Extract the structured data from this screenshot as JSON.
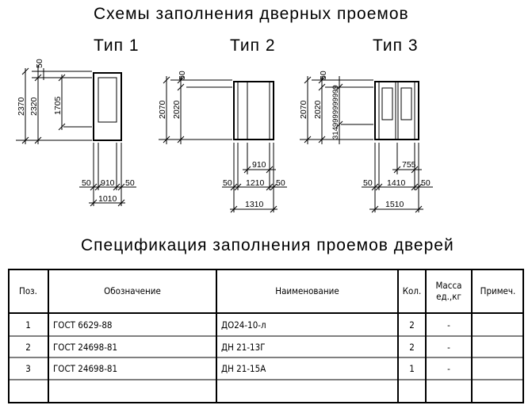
{
  "drawing": {
    "title": "Схемы заполнения дверных проемов",
    "types": [
      {
        "label": "Тип 1",
        "dims": {
          "total_h": "2370",
          "inner_h": "2320",
          "top": "50",
          "partial_h": "1705",
          "left": "50",
          "width": "910",
          "right": "50",
          "total_w": "1010"
        }
      },
      {
        "label": "Тип 2",
        "dims": {
          "total_h": "2070",
          "inner_h": "2020",
          "top": "50",
          "half_w": "910",
          "left": "50",
          "width": "1210",
          "right": "50",
          "total_w": "1310"
        }
      },
      {
        "label": "Тип 3",
        "dims": {
          "total_h": "2070",
          "inner_h": "2020",
          "top": "50",
          "partial_h": "3149999999999",
          "half_w": "755",
          "left": "50",
          "width": "1410",
          "right": "50",
          "total_w": "1510"
        }
      }
    ]
  },
  "spec": {
    "title": "Спецификация заполнения проемов дверей",
    "headers": {
      "pos": "Поз.",
      "designation": "Обозначение",
      "name": "Наименование",
      "qty": "Кол.",
      "mass_line1": "Масса",
      "mass_line2": "ед.,кг",
      "note": "Примеч."
    },
    "rows": [
      {
        "pos": "1",
        "designation": "ГОСТ 6629-88",
        "name": "ДО24-10-л",
        "qty": "2",
        "mass": "-",
        "note": ""
      },
      {
        "pos": "2",
        "designation": "ГОСТ 24698-81",
        "name": "ДН 21-13Г",
        "qty": "2",
        "mass": "-",
        "note": ""
      },
      {
        "pos": "3",
        "designation": "ГОСТ 24698-81",
        "name": "ДН 21-15А",
        "qty": "1",
        "mass": "-",
        "note": ""
      }
    ]
  }
}
